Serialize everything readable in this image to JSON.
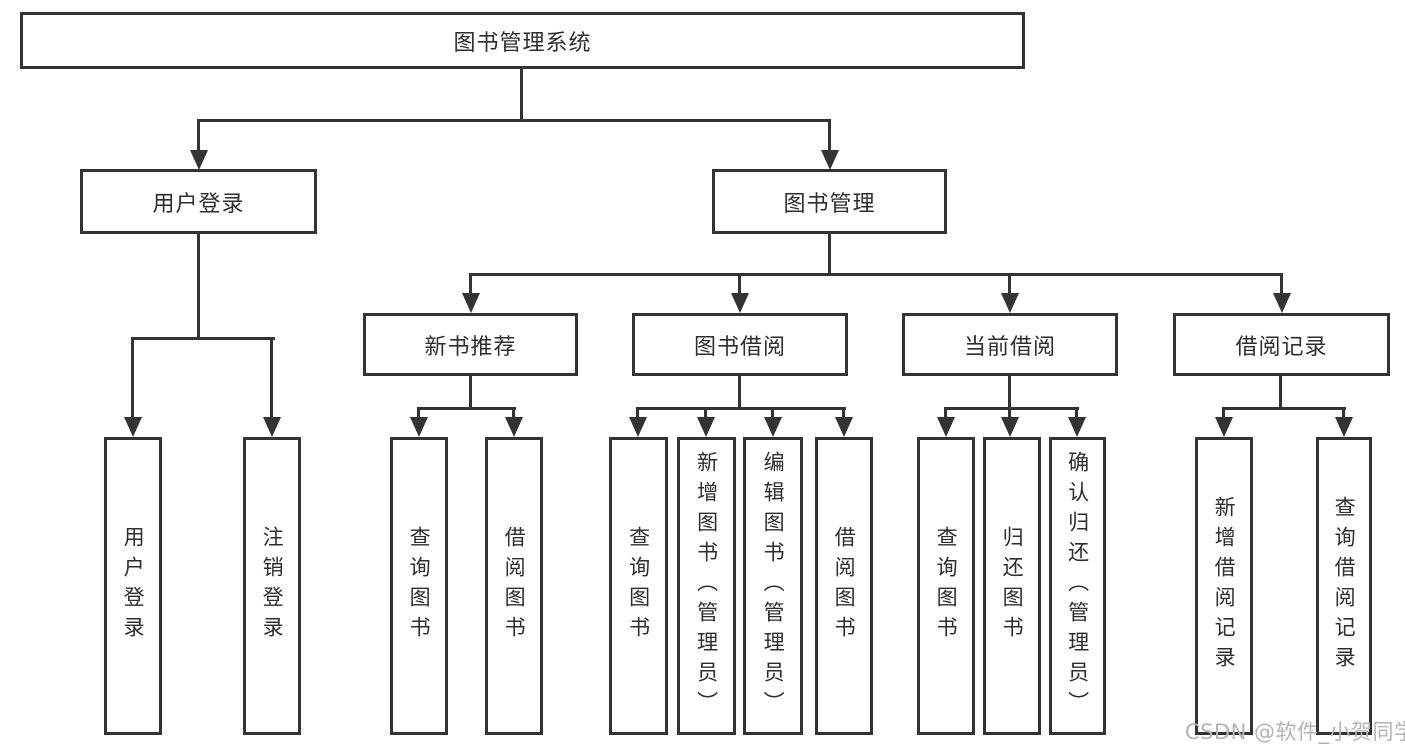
{
  "title": "图书管理系统",
  "nodes": {
    "root": "图书管理系统",
    "user_login": "用户登录",
    "book_mgmt": "图书管理",
    "new_book_rec": "新书推荐",
    "book_borrow": "图书借阅",
    "current_borrow": "当前借阅",
    "borrow_records": "借阅记录"
  },
  "leaves": [
    {
      "label": "用户登录",
      "parent": "用户登录"
    },
    {
      "label": "注销登录",
      "parent": "用户登录"
    },
    {
      "label": "查询图书",
      "parent": "新书推荐"
    },
    {
      "label": "借阅图书",
      "parent": "新书推荐"
    },
    {
      "label": "查询图书",
      "parent": "图书借阅"
    },
    {
      "label": "新增图书（管理员）",
      "parent": "图书借阅"
    },
    {
      "label": "编辑图书（管理员）",
      "parent": "图书借阅"
    },
    {
      "label": "借阅图书",
      "parent": "图书借阅"
    },
    {
      "label": "查询图书",
      "parent": "当前借阅"
    },
    {
      "label": "归还图书",
      "parent": "当前借阅"
    },
    {
      "label": "确认归还（管理员）",
      "parent": "当前借阅"
    },
    {
      "label": "新增借阅记录",
      "parent": "借阅记录"
    },
    {
      "label": "查询借阅记录",
      "parent": "借阅记录"
    }
  ],
  "watermark": "CSDN @软件_小贺同学",
  "colors": {
    "line": "#333333",
    "text": "#2e2e2e",
    "watermark": "#b3b3ba",
    "background": "#ffffff"
  }
}
